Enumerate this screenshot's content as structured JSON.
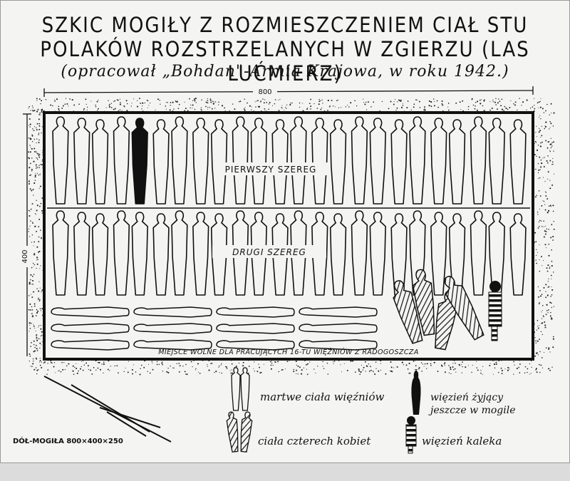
{
  "title": {
    "line1": "SZKIC MOGIŁY Z ROZMIESZCZENIEM CIAŁ STU",
    "line2": "POLAKÓW ROZSTRZELANYCH W ZGIERZU (LAS LUĆMIERZ)",
    "line3": "(opracował „Bohdan\"-Armia Krajowa, w roku 1942.)"
  },
  "dimensions": {
    "width_label": "800",
    "height_label": "400"
  },
  "rows": {
    "first": "PIERWSZY  SZEREG",
    "second": "DRUGI  SZEREG"
  },
  "free_space_label": "MIEJSCE WOLNE DLA PRACUJĄCYCH 16-TU WIĘŹNIÓW Z RADOGOSZCZA",
  "grave_pit_label": "DÓŁ-MOGIŁA  800×400×250",
  "legend": {
    "dead_bodies": "martwe ciała więźniów",
    "living_prisoner_line1": "więzień żyjący",
    "living_prisoner_line2": "jeszcze w mogile",
    "four_women": "ciała czterech kobiet",
    "crippled_prisoner": "więzień kaleka"
  }
}
